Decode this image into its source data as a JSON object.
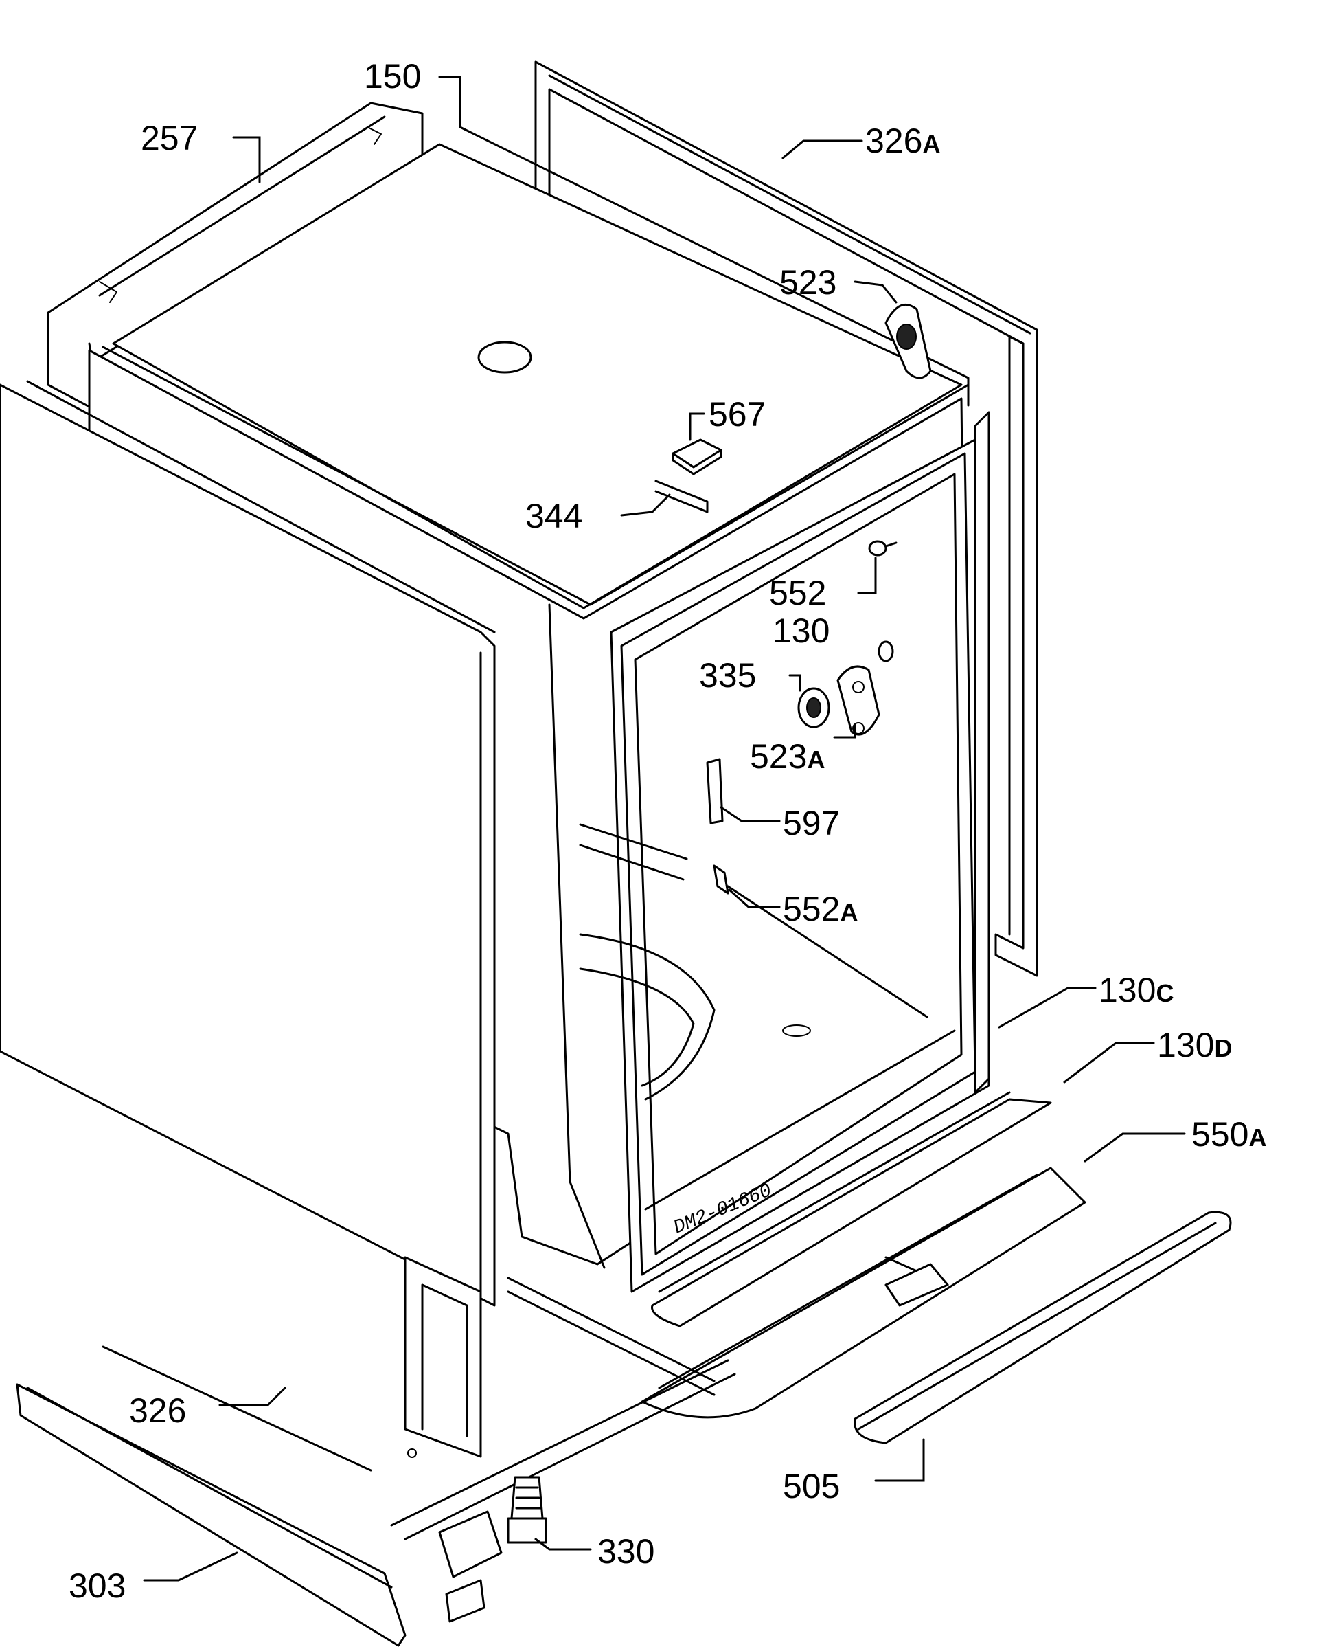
{
  "drawing_code": "DM2-01660",
  "parts": [
    {
      "id": "p150",
      "number": "150",
      "suffix": ""
    },
    {
      "id": "p257",
      "number": "257",
      "suffix": ""
    },
    {
      "id": "p326a",
      "number": "326",
      "suffix": "A"
    },
    {
      "id": "p523",
      "number": "523",
      "suffix": ""
    },
    {
      "id": "p567",
      "number": "567",
      "suffix": ""
    },
    {
      "id": "p344",
      "number": "344",
      "suffix": ""
    },
    {
      "id": "p552",
      "number": "552",
      "suffix": ""
    },
    {
      "id": "p130",
      "number": "130",
      "suffix": ""
    },
    {
      "id": "p335",
      "number": "335",
      "suffix": ""
    },
    {
      "id": "p523a",
      "number": "523",
      "suffix": "A"
    },
    {
      "id": "p597",
      "number": "597",
      "suffix": ""
    },
    {
      "id": "p552a",
      "number": "552",
      "suffix": "A"
    },
    {
      "id": "p130c",
      "number": "130",
      "suffix": "C"
    },
    {
      "id": "p130d",
      "number": "130",
      "suffix": "D"
    },
    {
      "id": "p550a",
      "number": "550",
      "suffix": "A"
    },
    {
      "id": "p326",
      "number": "326",
      "suffix": ""
    },
    {
      "id": "p505",
      "number": "505",
      "suffix": ""
    },
    {
      "id": "p330",
      "number": "330",
      "suffix": ""
    },
    {
      "id": "p303",
      "number": "303",
      "suffix": ""
    }
  ]
}
